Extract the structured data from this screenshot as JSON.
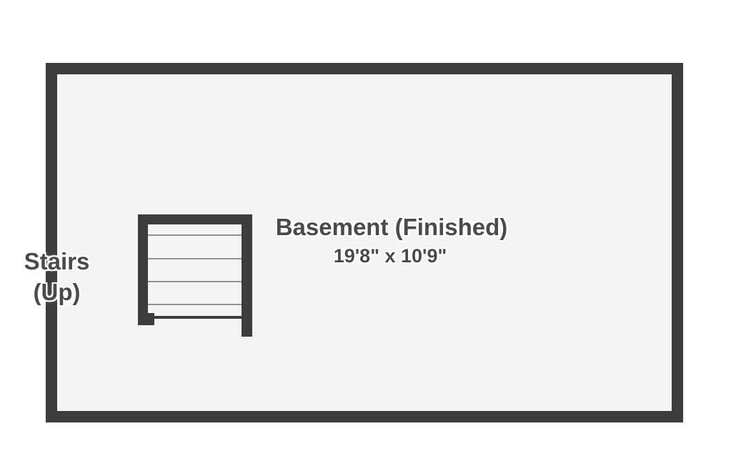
{
  "floorplan": {
    "room": {
      "title": "Basement (Finished)",
      "dimensions": "19'8\" x 10'9\""
    },
    "stairs": {
      "label_line1": "Stairs",
      "label_line2": "(Up)",
      "tread_count": 4
    },
    "colors": {
      "wall": "#3d3d3d",
      "floor": "#f5f4f5",
      "background": "#ffffff",
      "tread_line": "#929292",
      "label_text": "#4a4a4a",
      "label_halo": "#ffffff"
    }
  }
}
